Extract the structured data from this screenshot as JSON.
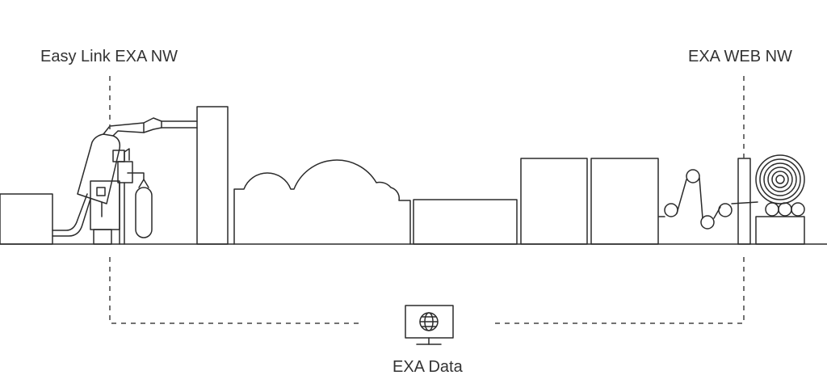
{
  "labels": {
    "left_system": "Easy Link EXA NW",
    "right_system": "EXA WEB NW",
    "central_system": "EXA Data"
  },
  "icons": {
    "central": "monitor-globe-icon"
  },
  "colors": {
    "line": "#2b2b2b",
    "text": "#333333",
    "background": "#ffffff"
  }
}
